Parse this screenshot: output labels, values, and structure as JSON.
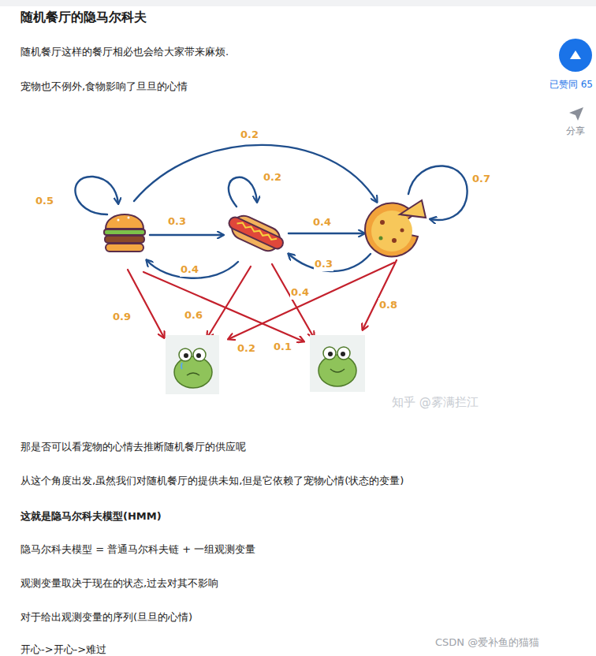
{
  "diagram": {
    "title": "随机餐厅的隐马尔科夫",
    "labels": [
      "随机餐厅这样的餐厅相必也会给大家带来麻烦.",
      "宠物也不例外,食物影响了旦旦的心情",
      "已赞同 65",
      "分享",
      "0.5",
      "0.3",
      "0.2",
      "0.2",
      "0.4",
      "0.7",
      "0.4",
      "0.3",
      "0.9",
      "0.6",
      "0.4",
      "0.8",
      "0.2",
      "0.1",
      "知乎 @雾满拦江",
      "那是否可以看宠物的心情去推断随机餐厅的供应呢",
      "从这个角度出发,虽然我们对随机餐厅的提供未知,但是它依赖了宠物心情(状态的变量)",
      "这就是隐马尔科夫模型(HMM)",
      "隐马尔科夫模型 = 普通马尔科夫链 + 一组观测变量",
      "观测变量取决于现在的状态,过去对其不影响",
      "对于给出观测变量的序列(旦旦的心情)",
      "开心->开心->难过",
      "CSDN @爱补鱼的猫猫"
    ]
  }
}
